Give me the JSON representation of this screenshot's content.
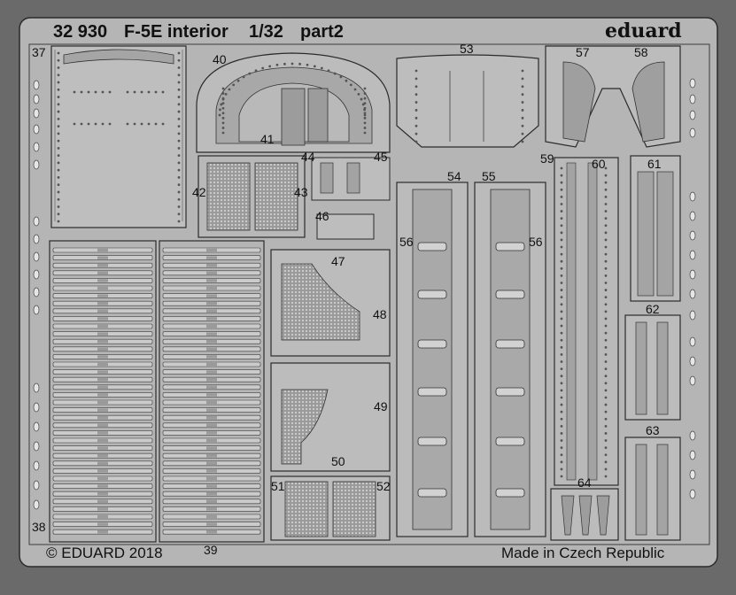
{
  "header": {
    "catalog_number": "32 930",
    "title": "F-5E interior",
    "scale": "1/32",
    "part": "part2",
    "brand": "eduard"
  },
  "footer": {
    "copyright": "© EDUARD 2018",
    "origin": "Made in Czech Republic"
  },
  "part_labels": [
    "37",
    "38",
    "39",
    "40",
    "41",
    "42",
    "43",
    "44",
    "45",
    "46",
    "47",
    "48",
    "49",
    "50",
    "51",
    "52",
    "53",
    "54",
    "55",
    "56",
    "56",
    "57",
    "58",
    "59",
    "60",
    "61",
    "62",
    "63",
    "64"
  ],
  "colors": {
    "fret": "#b5b5b5",
    "background": "#6a6a6a",
    "outline": "#2b2b2b",
    "text": "#111111"
  }
}
